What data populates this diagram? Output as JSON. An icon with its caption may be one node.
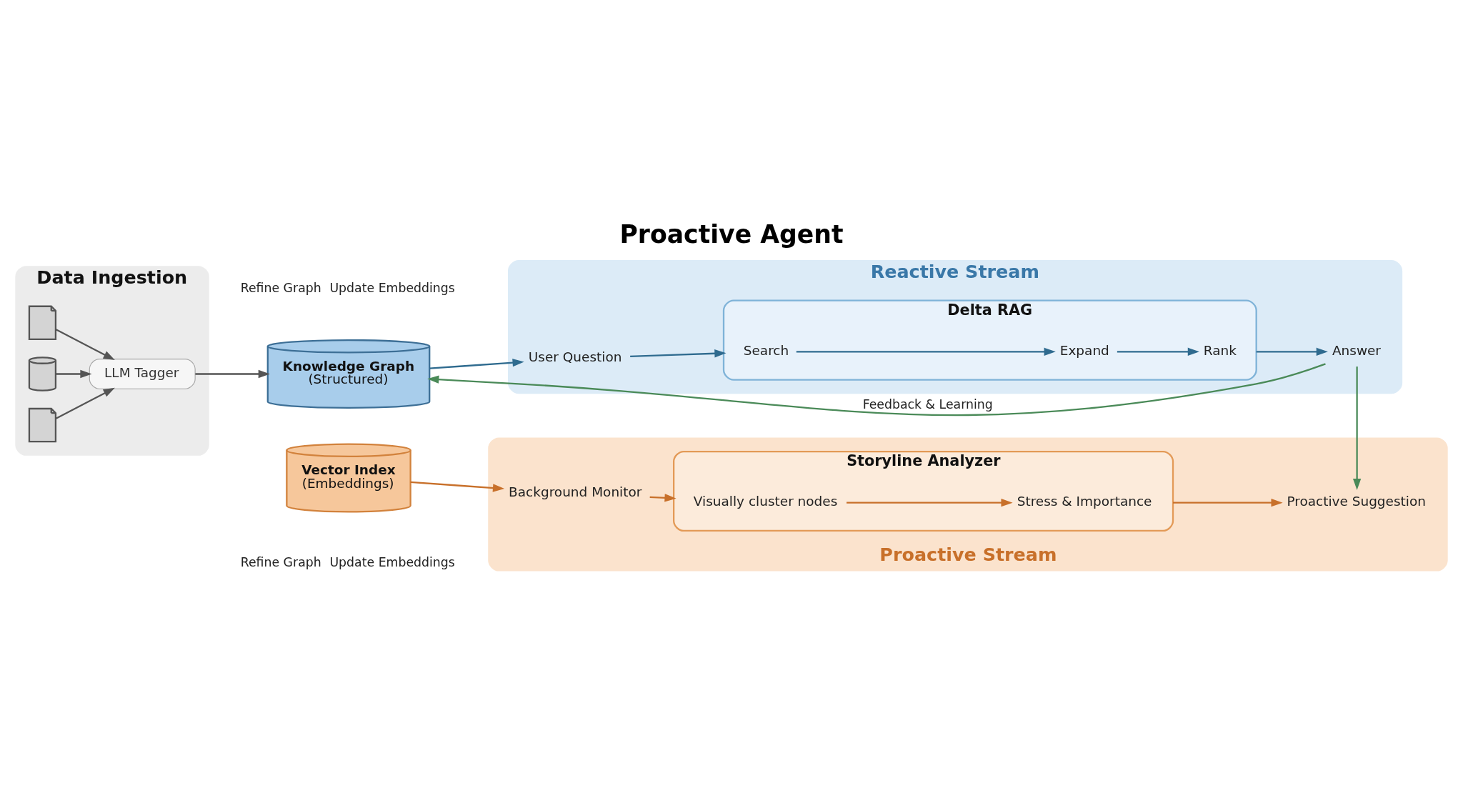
{
  "diagram": {
    "title": "Proactive Agent",
    "nodes": [
      {
        "text": [
          "Data Ingestion"
        ]
      },
      {
        "text": [],
        "shape": "document",
        "in": 0
      },
      {
        "text": [],
        "shape": "cylinder",
        "in": 0
      },
      {
        "text": [],
        "shape": "document",
        "in": 0
      },
      {
        "text": [
          "LLM Tagger"
        ],
        "in": 0
      },
      {
        "text": [
          "Knowledge Graph",
          "(Structured)"
        ],
        "beside": [
          "Refine Graph",
          "Update Embeddings"
        ]
      },
      {
        "text": [
          "Vector Index",
          "(Embeddings)"
        ],
        "beside": [
          "Refine Graph",
          "Update Embeddings"
        ]
      },
      {
        "text": [
          "Reactive Stream"
        ]
      },
      {
        "text": [
          "User Question"
        ],
        "in": 7
      },
      {
        "text": [
          "Delta RAG"
        ],
        "in": 7
      },
      {
        "text": [
          "Search"
        ],
        "in": 9
      },
      {
        "text": [
          "Expand"
        ],
        "in": 9
      },
      {
        "text": [
          "Rank"
        ],
        "in": 9
      },
      {
        "text": [
          "Answer"
        ],
        "in": 7
      },
      {
        "text": [
          "Proactive Stream"
        ]
      },
      {
        "text": [
          "Background Monitor"
        ],
        "in": 14
      },
      {
        "text": [
          "Storyline Analyzer"
        ],
        "in": 14
      },
      {
        "text": [
          "Visually cluster nodes"
        ],
        "in": 16
      },
      {
        "text": [
          "Stress & Importance"
        ],
        "in": 16
      },
      {
        "text": [
          "Proactive Suggestion"
        ],
        "in": 14
      }
    ],
    "edges": [
      {
        "from": 1,
        "to": 4,
        "arrow": "to",
        "color": "#555555"
      },
      {
        "from": 2,
        "to": 4,
        "arrow": "to",
        "color": "#555555"
      },
      {
        "from": 3,
        "to": 4,
        "arrow": "to",
        "color": "#555555"
      },
      {
        "from": 4,
        "to": 5,
        "arrow": "to",
        "color": "#555555"
      },
      {
        "from": 5,
        "to": 8,
        "arrow": "to",
        "color": "#2f6b8f"
      },
      {
        "from": 8,
        "to": 9,
        "arrow": "to",
        "color": "#2f6b8f"
      },
      {
        "from": 10,
        "to": 11,
        "arrow": "to",
        "color": "#2f6b8f"
      },
      {
        "from": 11,
        "to": 12,
        "arrow": "to",
        "color": "#2f6b8f"
      },
      {
        "from": 9,
        "to": 13,
        "arrow": "to",
        "color": "#2f6b8f"
      },
      {
        "from": 13,
        "to": 5,
        "arrow": "to",
        "label": "Feedback & Learning",
        "color": "#4a8a58"
      },
      {
        "from": 13,
        "to": 19,
        "arrow": "to",
        "color": "#4a8a58"
      },
      {
        "from": 6,
        "to": 15,
        "arrow": "to",
        "color": "#c8702a"
      },
      {
        "from": 15,
        "to": 16,
        "arrow": "to",
        "color": "#c8702a"
      },
      {
        "from": 17,
        "to": 18,
        "arrow": "to",
        "color": "#c8702a"
      },
      {
        "from": 16,
        "to": 19,
        "arrow": "to",
        "color": "#c8702a"
      }
    ]
  }
}
